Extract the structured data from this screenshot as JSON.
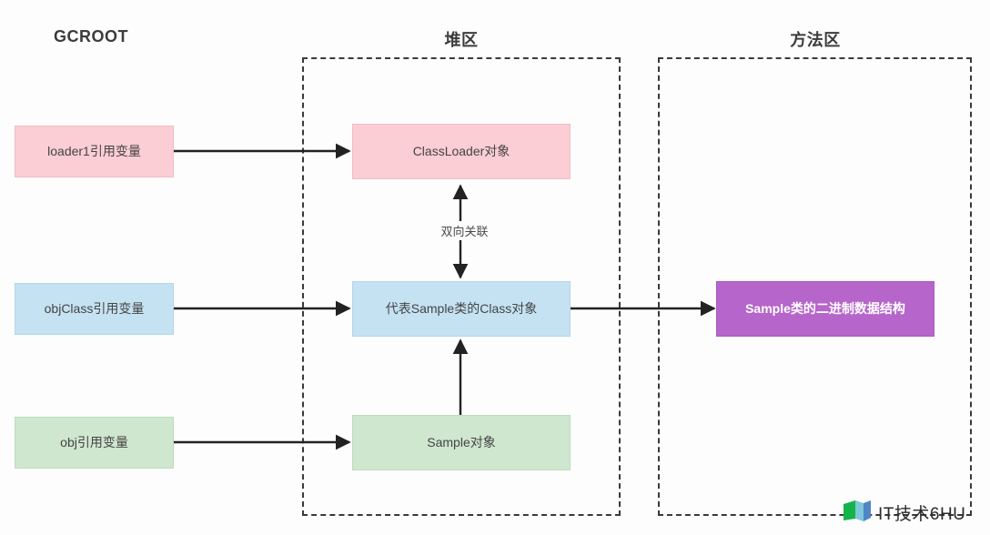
{
  "diagram": {
    "title_gcroot": "GCROOT",
    "title_heap": "堆区",
    "title_method_area": "方法区"
  },
  "nodes": {
    "loader1_ref": "loader1引用变量",
    "objclass_ref": "objClass引用变量",
    "obj_ref": "obj引用变量",
    "classloader_obj": "ClassLoader对象",
    "class_obj": "代表Sample类的Class对象",
    "sample_obj": "Sample对象",
    "binary_struct": "Sample类的二进制数据结构"
  },
  "edges": {
    "bidirectional_label": "双向关联"
  },
  "watermark": {
    "text": "IT技术6HU",
    "logo_icon": "book-logo-icon"
  },
  "colors": {
    "pink": "#fbcdd4",
    "blue": "#c5e2f2",
    "green": "#cfe6cf",
    "purple": "#b665ca",
    "line": "#222222",
    "dash_border": "#3a3a3a",
    "text": "#444444"
  }
}
